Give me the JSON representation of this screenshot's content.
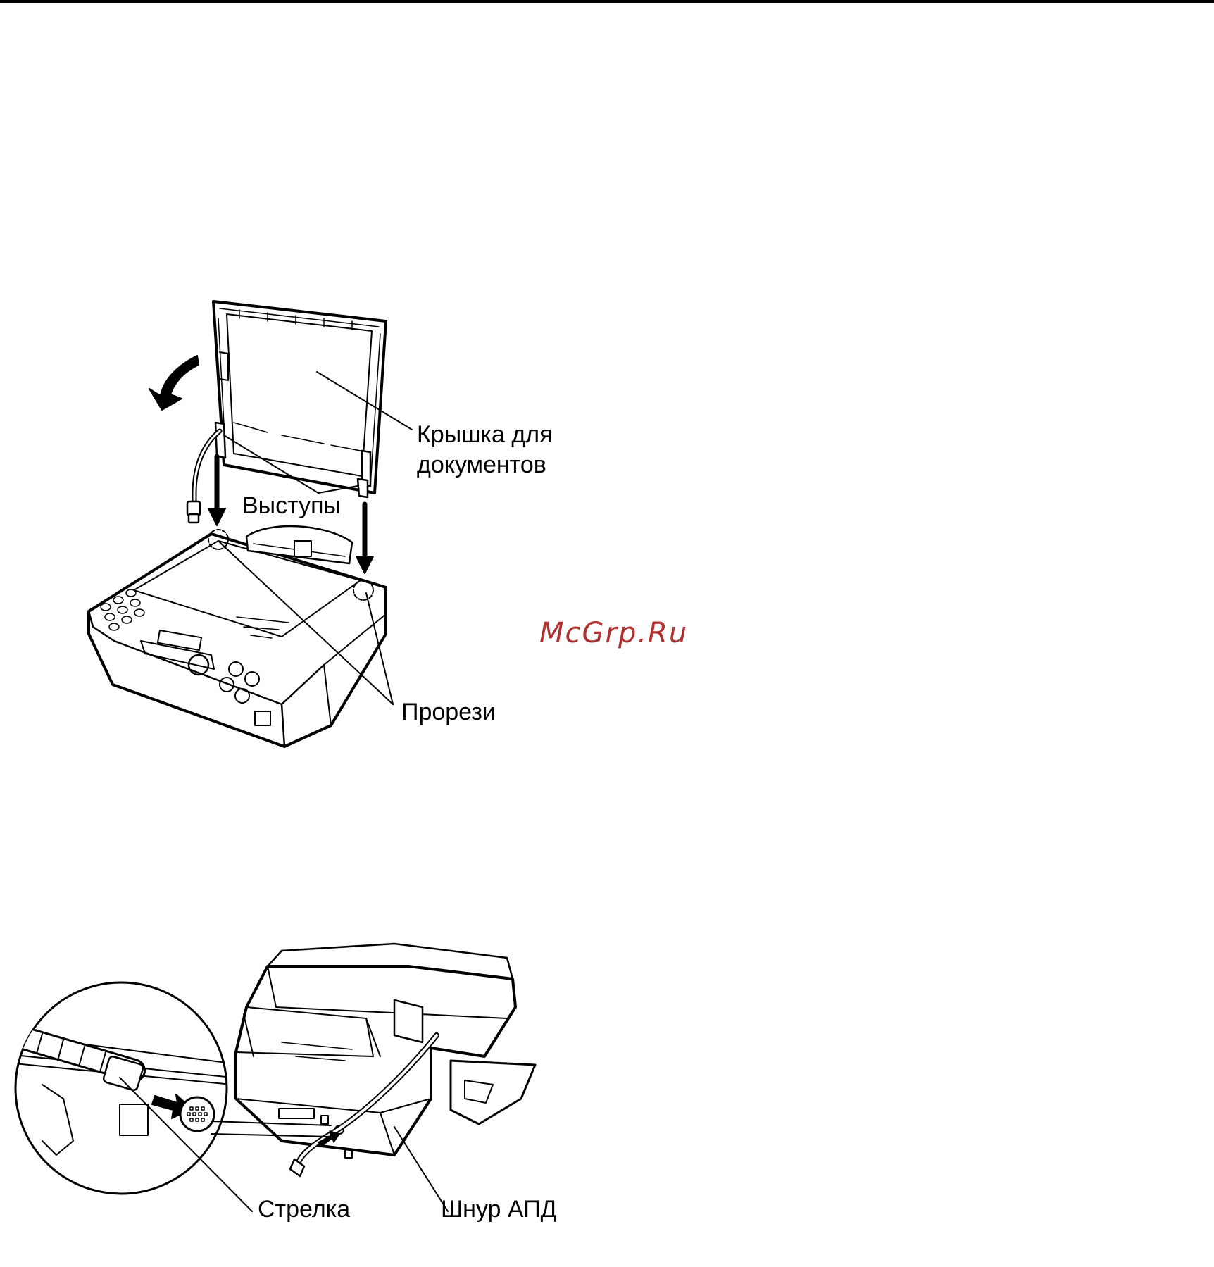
{
  "figure_top": {
    "labels": {
      "cover": "Крышка для\nдокументов",
      "cover_line1": "Крышка для",
      "cover_line2": "документов",
      "tabs": "Выступы",
      "slots": "Прорези"
    }
  },
  "figure_bottom": {
    "labels": {
      "arrow": "Стрелка",
      "adf_cord": "Шнур АПД"
    }
  },
  "watermark": {
    "text": "McGrp.Ru",
    "color": "#b03030"
  }
}
